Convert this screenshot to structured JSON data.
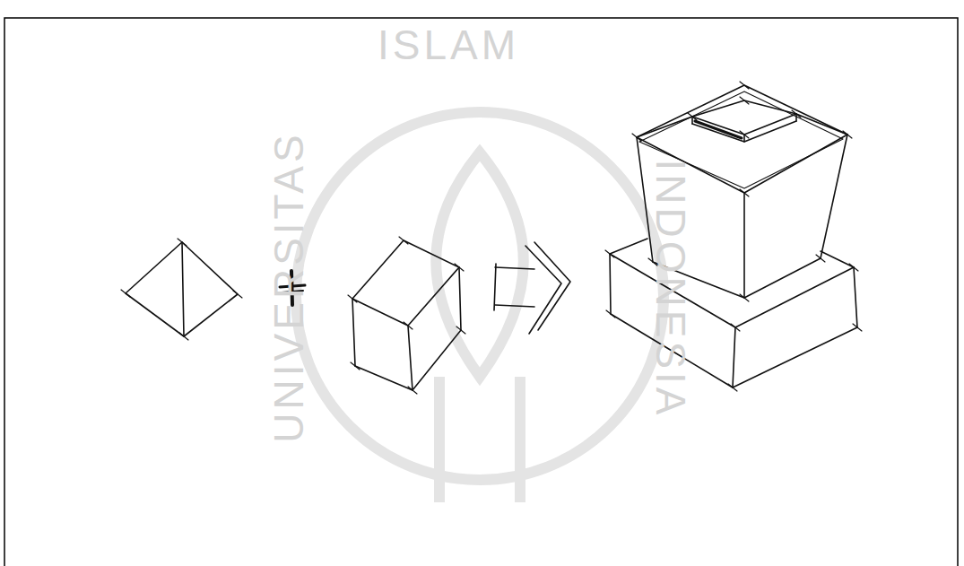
{
  "diagram": {
    "labels": [
      "ISLAM",
      "UNIVERSITAS",
      "INDONESIA"
    ]
  }
}
